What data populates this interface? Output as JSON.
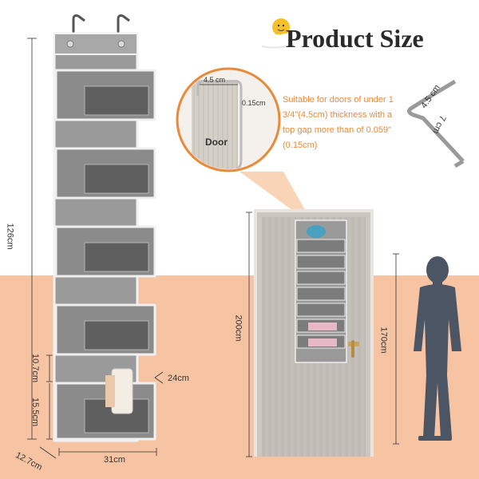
{
  "title": "Product Size",
  "note": "Suitable for doors of under 1 3/4\"(4.5cm) thickness with a top gap more than of 0.059\"(0.15cm)",
  "inset": {
    "door_label": "Door",
    "width_label": "4.5 cm",
    "gap_label": "0.15cm"
  },
  "hook": {
    "width_label": "4.5 cm",
    "length_label": "7 cm"
  },
  "organizer": {
    "height_label": "126cm",
    "width_label": "31cm",
    "depth_label": "12.7cm",
    "pocket_width_label": "24cm",
    "pocket_front_label": "10.7cm",
    "pocket_height_label": "15.5cm"
  },
  "door_height_label": "200cm",
  "person_height_label": "170cm",
  "colors": {
    "accent": "#e88a3a",
    "background_band": "#f6c4a3",
    "fabric": "#8f8f8f"
  }
}
